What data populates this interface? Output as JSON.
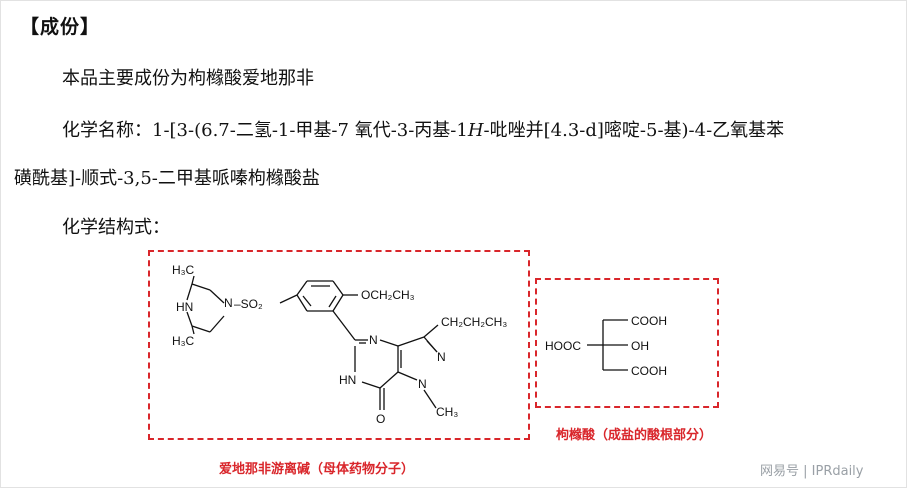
{
  "heading": "【成份】",
  "paragraphs": {
    "main_ingredient": "本品主要成份为枸橼酸爱地那非",
    "chem_name_line1_prefix": "化学名称：1-[3-(6.7-二氢-1-甲基-7 氧代-3-丙基-1",
    "chem_name_line1_italic": "H",
    "chem_name_line1_suffix": "-吡唑并[4.3-d]嘧啶-5-基)-4-乙氧基苯",
    "chem_name_line2": "磺酰基]-顺式-3,5-二甲基哌嗪枸橼酸盐",
    "structure_label": "化学结构式："
  },
  "structure_labels": {
    "ch3_top": "H₃C",
    "nh": "HN",
    "n_pip": "N",
    "so2": "–SO₂",
    "ch3_bottom": "H₃C",
    "ethoxy": "OCH₂CH₃",
    "propyl": "CH₂CH₂CH₃",
    "n_ring": "N",
    "nh_ring": "HN",
    "n_pyr1": "N",
    "n_pyr2": "N",
    "methyl": "CH₃",
    "oxo": "O",
    "acid_cooh_top": "COOH",
    "acid_hooc": "HOOC",
    "acid_oh": "OH",
    "acid_cooh_bottom": "COOH"
  },
  "captions": {
    "base_molecule": "爱地那非游离碱（母体药物分子）",
    "acid_part": "枸橼酸（成盐的酸根部分）"
  },
  "watermark": "网易号 | IPRdaily",
  "colors": {
    "accent": "#d9262b",
    "text": "#111111"
  }
}
